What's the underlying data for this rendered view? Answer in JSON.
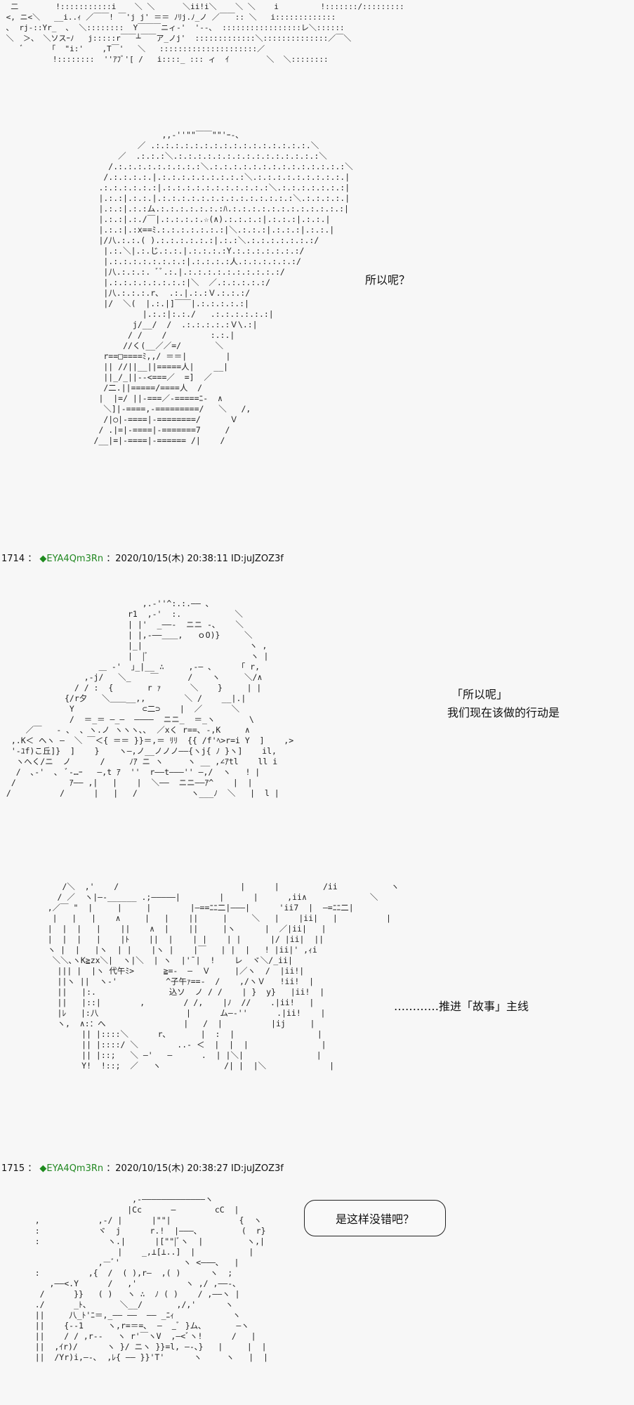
{
  "posts": [
    {
      "aa_top": "  二        !:::::::::::i    ＼ ＼      ＼ii!i＼    ＼ ＼    i         !:::::::/:::::::::\n <, ニ<＼   __i..ｨ ／￣￣! ￣'j j' ＝＝ ﾉﾘj.ﾉ_ノ ／￣￣:: ＼   i:::::::::::::\n ､  rj-::Yr_  ､  ＼::::::::  Y￣￣￣ニィ-'  '--､  :::::::::::::::::レ＼::::::\n ＼  ＞、 ＼ソスｰﾉ   j:::::r￣￣┴￣￣ア_ノj'  :::::::::::::＼::::::::::::::／￣＼\n    ﾞ      ｢  \"i:'    ,T￣'   ＼   :::::::::::::::::::::／\n           !::::::::  ''ｱﾌﾞ'[ /   i::::_ ::: ィ  ｲ        ＼  ＼::::::::",
      "aa_girl": "                    ,,-''\"\"￣￣\"\"'ｰ-､\n               ／ .:.:.:.:.:.:.:.:.:.:.:.:.:.:.:.:.＼\n           ／  .:.:.:＼.:.:.:.:.:.:.:.:.:.:.:.:.:.:.:＼\n         /.:.:.:.:.:.:.:.:.:＼.:.:.:.:.:.:.:.:.:.:.:.:.:.:＼\n        /.:.:.:.:.|.:.:.:.:.:.:.:.:.:＼.:.:.:.:.:.:.:.:.:.|\n       .:.:.:.:.:.:|.:.:.:.:.:.:.:.:.:.:.:＼.:.:.:.:.:.:.:|\n       |.:.:|.:.:.|.:.:.:.:.:.:.:.:.:.:.:.:.:.:＼.:.:.:.:.|\n       |.:.:|.:.:ム.:.:.:.:.:.:.:ﾊ.:.:.:.:.:.:.:.:.:.:.:.:|\n       |.:.:|.:./￣|.:.:.:.:.☆(∧).:.:.:.:|.:.:.:|.:.:.|\n       |.:.:|.:x==ﾐ.:.:.:.:.:.:.:|＼.:.:.:|.:.:.:|.:.:.|\n       |/八.:.:.( ).:.:.:.:.:.:|.:.:＼.:.:.:.:.:.:.:/\n        |.:.＼|.:.じ.:.:.|.:.:.:.:Y.:.:.:.:.:.:.:/\n        |.:.:.:.:.:.:.:.:|.:.:.:.:人.:.:.:.:.:.:/\n        |八.:.:.:. ﾞﾞ.:.|.:.:.:.:.:.:.:.:.:.:/\n        |.:.:.:.:.:.:.:.:|＼  ／.:.:.:.:.:/\n        |八.:.:.:.r､  .:.|.:.:Ｖ.:.:.:/\n        |/  ＼(  |.:.|]￣￣|.:.:.:.:.:|\n                |.:.:|:.:./   .:.:.:.:.:.:|\n              j/__/  /  .:.:.:.:.:Ｖ\\.:|\n             / /    /         :.:.|\n            //く(__／／=/       ＼\n        r==□====ﾐ,,/ ＝＝|        |\n        || //||__||=====人|    __|\n        ||_/_||--<===／  =]  ／\n        /二.||=====/====人  /\n       |  |=/ ||-===／-=====ﾆ-  ∧\n        ＼]|-====,-=========/   ＼   /,\n        /|○|-====|-========/      Ｖ\n       / .|=|-====|-=======7     /\n      /__|=|-====|-====== /|    /",
      "dialog": "所以呢？"
    },
    {
      "number": "1714",
      "separator": "：",
      "trip_icon": "◆",
      "name": "EYA4Qm3Rn",
      "datetime": "：2020/10/15(木) 20:38:11",
      "id": "ID:juJZOZ3f",
      "aa_frog": "                             ,.-''^:.:.―― ､\n                          r1  ,-'  :.           ＼\n                          | |'  _――-  ニニ -､    ＼\n                          | |,-――＿＿,   ｏO)}     ＼\n                          |_|                      ヽ ,\n                          |  |ﾞ                     ヽ |\n                    ＿ -'  ｣_|__ ∴     ,-― ､      ｢ r,\n                 ,-j/   ＼_    ￣      /    ヽ     ＼/∧\n               / / :  {       r ｧ      ＼    }     | |\n             {/r夕   ＼＿＿__,,        ＼ /    __|.|\n              Y              ⊂二⊃    |  ／      ＼\n              /  ＝_＝ ―_―  ――――  ニニ_  ＝_ヽ       \\\n     ／￣   ‐ ､  ､ ヽ.ノ ヽヽヽ､､  ／xく r==､ -,K     ∧\n  ,.K＜ ヘヽ ―  ＼ ￣＜{ ＝＝ }}＝,＝ ﾘﾘ  {{ /f'ﾍ>r=i Y  ]    ,>\n  '-ﾕf)こ丘]}  ]    }    ヽ―,ノ__ノノノ――{ヽj{ ﾉ }ヽ]    il,\n   ヽへく/ニ  ノ      /     ﾉｱ ニ ヽ     ヽ __ ,∠ｱtl    ll i\n   /  ､-'  ､  ﾞ-…ｰ   ―,t ｱ  ''  r――t―――'' ―,/  ヽ   ! |\n  /           ｱ―― ,|   |    |  ＼――  ニニ――ｱ^    |  |\n /          /      |   |   /           ヽ___ﾉ  ＼   |  l |",
      "dialog_line1": "「所以呢」",
      "dialog_line2": "我们现在该做的行动是",
      "aa_boy": "       /＼  ,'    /                         |      |         /ii           ヽ\n      / ／  ヽ|―-______ .;―――――|        |      |      ,ii∧             ＼\n    ,／￣ \"  |     |     |        |―==ﾆﾆ二|―――|      'ii7  |  ―=ﾆﾆ二|\n     |   |   |    ∧     |   |    ||     |     ＼   |    |ii|   |          |\n    |  |  |   |    ||    ∧  |    ||     |ヽ      |  ／|ii|   |\n    |  |  |   |    |ﾄ    ||  |    | |    | |      |/ |ii|  ||\n    ヽ |  |   |ヽ  | |    |ヽ |    |￣   | |  |   ! |ii|' ,ｨi\n     ＼＼､ヽK≧zx＼|  ヽ|＼  | ヽ  |'¯|  !    レ  ヾ＼/_ii|\n      ||| |  |ヽ 代午ﾐ>      ≧=-  ―  Ｖ     |／ヽ  /  |ii!|\n      ||ヽ ||  ヽ-'          ^子午ｧ==-  /    ,/ヽＶ   !ii!  |\n      ||   |:.               込ソ  ノ / /    | }  y}   |ii!  |\n      ||   |::|        ,        / /,    |ﾉ  //    .|ii!   |\n      |ﾚ   |:八                  |      ム―-''      .|ii!    |\n      ヽ,  ∧:：へ                |   /  |          |ij     |\n           || |::::＼      r､       |  :  |                 |\n           || |::::/ ＼        ..‐ ＜  |  |  |               |\n           || |::;   ＼ ―'   ―      .  | |＼|               |\n           Y!  !::;  ／   ヽ             /| |  |＼             |",
      "dialog": "…………推进「故事」主线"
    },
    {
      "number": "1715",
      "separator": "：",
      "trip_icon": "◆",
      "name": "EYA4Qm3Rn",
      "datetime": "：2020/10/15(木) 20:38:27",
      "id": "ID:juJZOZ3f",
      "aa_bottom": "                        ,-―――――――――――――ヽ\n                       |Cc      ―        cC  |\n    ,            ,-/ |      |\"\"|              {  ヽ\n    :            ヾ  j      r.!  |―――､         (  r}\n    :              ヽ.|      |[\"\"|ﾞヽ  |         ヽ,|\n                     |    _,⊥[⊥..]  |           |\n                 ,―ﾞ'             ヽ <―――､   |\n    :          ,{  /  ( ),r―  ,( )      ヽ  ;\n       ,――<.Y      /   ,'          ヽ ,/ ,――-､\n     /      }}   ( )   ヽ ∴  ﾉ ( )    / ,――ヽ |\n    ./      _ﾄ、      ＼__/       ,/,'      ヽ\n    ||     八_ﾄ'ﾆ＝,_―― ――  ―― _ﾆｨ            ヽ\n    ||    {--1     ヽ,r=＝=､  ―  _ﾞ }ム､       ―ヽ\n    ||    / / ,r--   ヽ r'￣ヽV  ,―<ﾞヽ!      /   |\n    ||  ,ｲr)/      ヽ }/ ニヽ }}=l, ―-､}   |     |  |\n    ||  /Yr)i,―-､  ,ﾚ{ ―― }}'T'      ヽ     ヽ   |  |",
      "dialog": "是这样没错吧？"
    }
  ]
}
